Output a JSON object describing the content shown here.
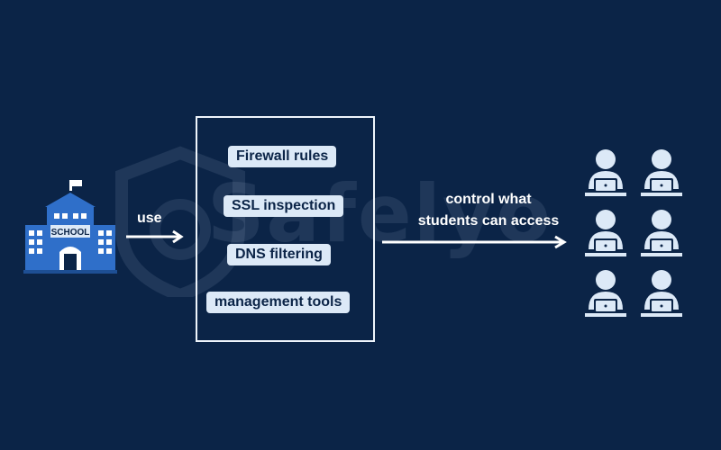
{
  "school": {
    "sign": "SCHOOL"
  },
  "connector": {
    "use_label": "use"
  },
  "tools": [
    {
      "label": "Firewall rules"
    },
    {
      "label": "SSL inspection"
    },
    {
      "label": "DNS filtering"
    },
    {
      "label": "management tools"
    }
  ],
  "outcome": {
    "line1": "control what",
    "line2": "students can access"
  },
  "watermark": {
    "text": "Safelyo"
  },
  "colors": {
    "background": "#0b2447",
    "panel_text": "#0b2447",
    "pill_fill": "#dce9f7",
    "school_blue": "#2f6fc9",
    "student_fill": "#dce9f7"
  }
}
